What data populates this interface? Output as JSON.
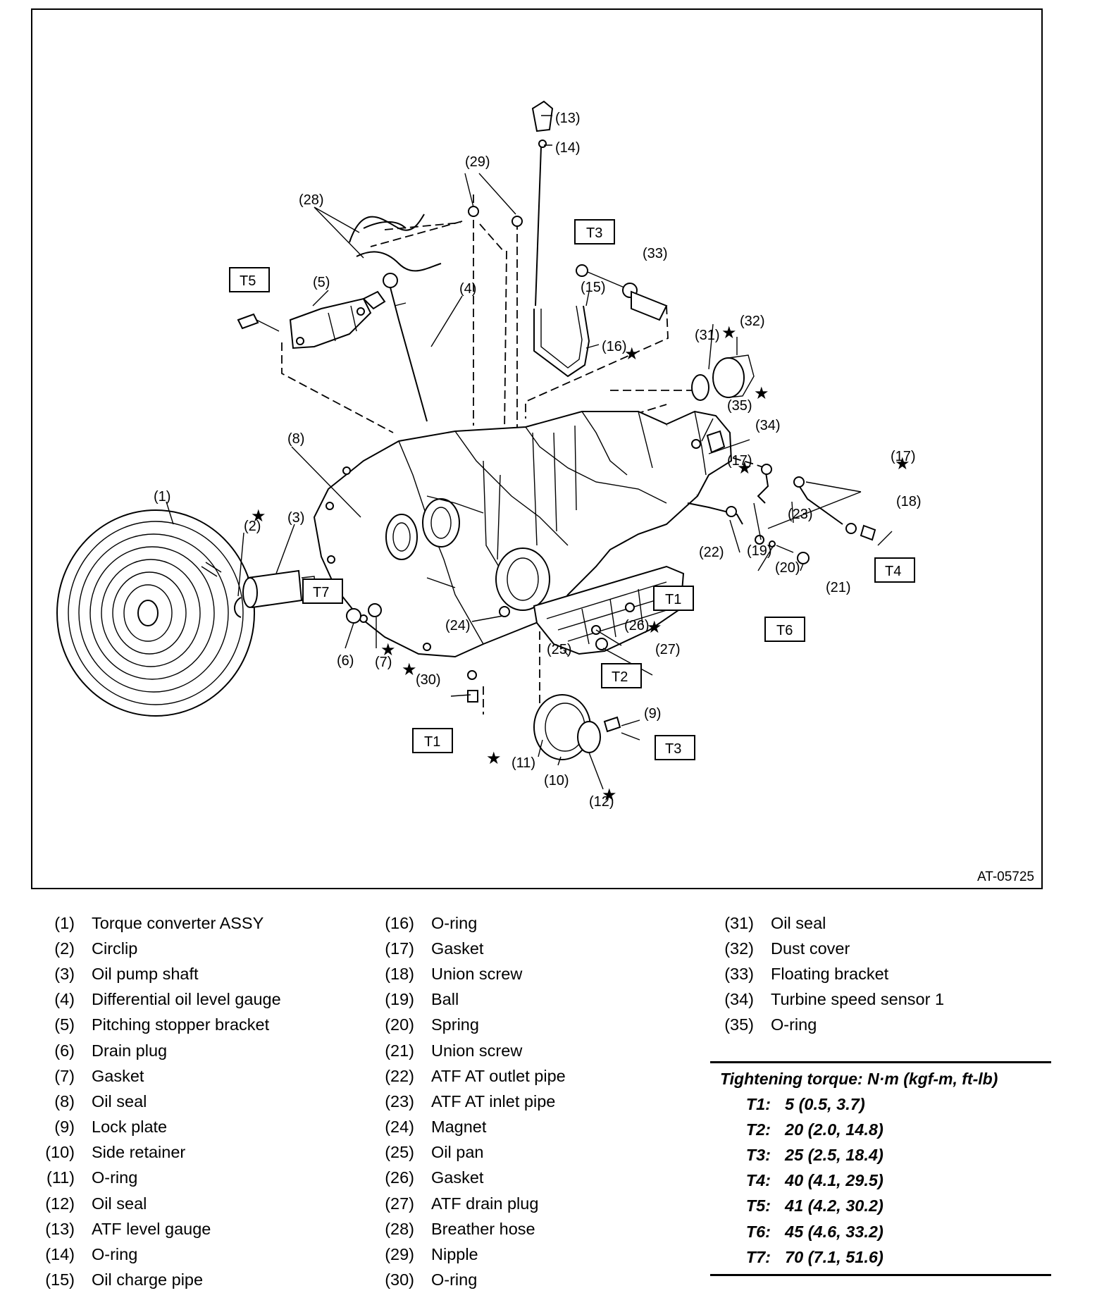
{
  "figure_code": "AT-05725",
  "callouts": [
    "(1)",
    "(2)",
    "(3)",
    "(4)",
    "(5)",
    "(6)",
    "(7)",
    "(8)",
    "(9)",
    "(10)",
    "(11)",
    "(12)",
    "(13)",
    "(14)",
    "(15)",
    "(16)",
    "(17)",
    "(17)",
    "(18)",
    "(19)",
    "(20)",
    "(21)",
    "(22)",
    "(23)",
    "(24)",
    "(25)",
    "(26)",
    "(27)",
    "(28)",
    "(29)",
    "(30)",
    "(31)",
    "(32)",
    "(33)",
    "(34)",
    "(35)"
  ],
  "torque_boxes": [
    "T1",
    "T1",
    "T2",
    "T3",
    "T3",
    "T4",
    "T5",
    "T6",
    "T7"
  ],
  "parts": [
    {
      "num": "(1)",
      "name": "Torque converter ASSY"
    },
    {
      "num": "(2)",
      "name": "Circlip"
    },
    {
      "num": "(3)",
      "name": "Oil pump shaft"
    },
    {
      "num": "(4)",
      "name": "Differential oil level gauge"
    },
    {
      "num": "(5)",
      "name": "Pitching stopper bracket"
    },
    {
      "num": "(6)",
      "name": "Drain plug"
    },
    {
      "num": "(7)",
      "name": "Gasket"
    },
    {
      "num": "(8)",
      "name": "Oil seal"
    },
    {
      "num": "(9)",
      "name": "Lock plate"
    },
    {
      "num": "(10)",
      "name": "Side retainer"
    },
    {
      "num": "(11)",
      "name": "O-ring"
    },
    {
      "num": "(12)",
      "name": "Oil seal"
    },
    {
      "num": "(13)",
      "name": "ATF level gauge"
    },
    {
      "num": "(14)",
      "name": "O-ring"
    },
    {
      "num": "(15)",
      "name": "Oil charge pipe"
    },
    {
      "num": "(16)",
      "name": "O-ring"
    },
    {
      "num": "(17)",
      "name": "Gasket"
    },
    {
      "num": "(18)",
      "name": "Union screw"
    },
    {
      "num": "(19)",
      "name": "Ball"
    },
    {
      "num": "(20)",
      "name": "Spring"
    },
    {
      "num": "(21)",
      "name": "Union screw"
    },
    {
      "num": "(22)",
      "name": "ATF AT outlet pipe"
    },
    {
      "num": "(23)",
      "name": "ATF AT inlet pipe"
    },
    {
      "num": "(24)",
      "name": "Magnet"
    },
    {
      "num": "(25)",
      "name": "Oil pan"
    },
    {
      "num": "(26)",
      "name": "Gasket"
    },
    {
      "num": "(27)",
      "name": "ATF drain plug"
    },
    {
      "num": "(28)",
      "name": "Breather hose"
    },
    {
      "num": "(29)",
      "name": "Nipple"
    },
    {
      "num": "(30)",
      "name": "O-ring"
    },
    {
      "num": "(31)",
      "name": "Oil seal"
    },
    {
      "num": "(32)",
      "name": "Dust cover"
    },
    {
      "num": "(33)",
      "name": "Floating bracket"
    },
    {
      "num": "(34)",
      "name": "Turbine speed sensor 1"
    },
    {
      "num": "(35)",
      "name": "O-ring"
    }
  ],
  "torque": {
    "title": "Tightening torque: N·m (kgf-m, ft-lb)",
    "rows": [
      {
        "key": "T1:",
        "value": "5 (0.5, 3.7)"
      },
      {
        "key": "T2:",
        "value": "20 (2.0, 14.8)"
      },
      {
        "key": "T3:",
        "value": "25 (2.5, 18.4)"
      },
      {
        "key": "T4:",
        "value": "40 (4.1, 29.5)"
      },
      {
        "key": "T5:",
        "value": "41 (4.2, 30.2)"
      },
      {
        "key": "T6:",
        "value": "45 (4.6, 33.2)"
      },
      {
        "key": "T7:",
        "value": "70 (7.1, 51.6)"
      }
    ]
  }
}
